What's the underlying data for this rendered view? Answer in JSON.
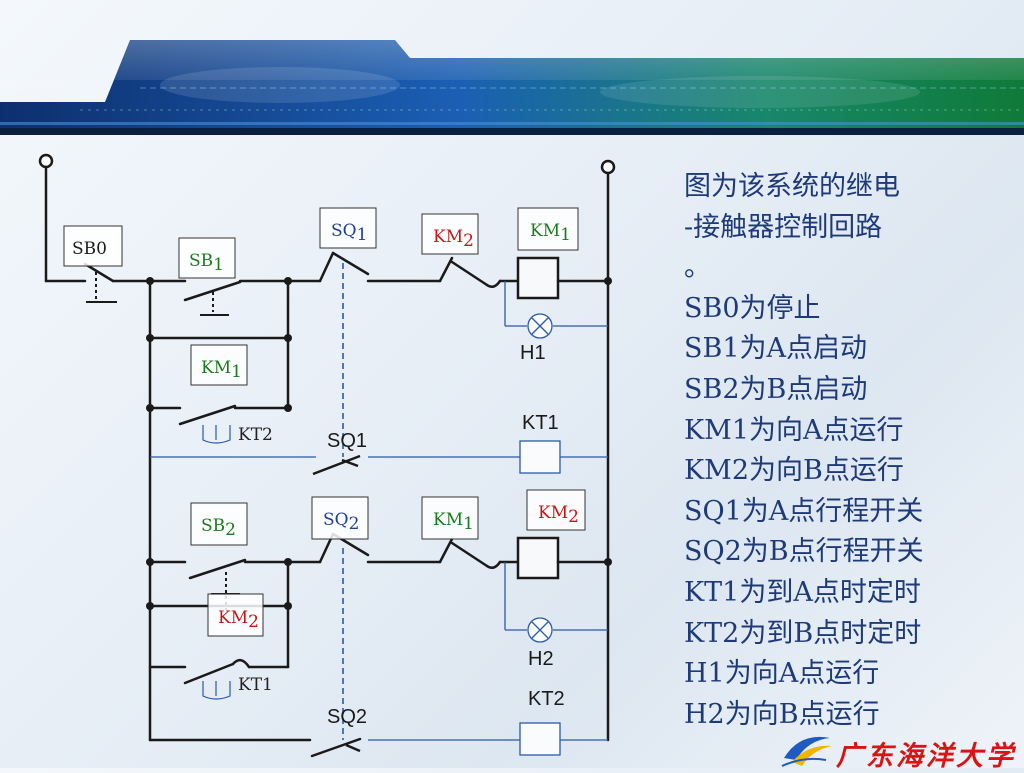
{
  "diagram": {
    "sb0": "SB0",
    "sb1": {
      "base": "SB",
      "sub": "1"
    },
    "sq1": {
      "base": "SQ",
      "sub": "1"
    },
    "km2_top": {
      "base": "KM",
      "sub": "2"
    },
    "km1_coil": {
      "base": "KM",
      "sub": "1"
    },
    "km1_hold": {
      "base": "KM",
      "sub": "1"
    },
    "kt2_contact": "KT2",
    "sq1_lower": "SQ1",
    "kt1_coil": "KT1",
    "h1": "H1",
    "sb2": {
      "base": "SB",
      "sub": "2"
    },
    "sq2": {
      "base": "SQ",
      "sub": "2"
    },
    "km1_inter": {
      "base": "KM",
      "sub": "1"
    },
    "km2_coil": {
      "base": "KM",
      "sub": "2"
    },
    "km2_hold": {
      "base": "KM",
      "sub": "2"
    },
    "kt1_contact": "KT1",
    "sq2_lower": "SQ2",
    "kt2_coil": "KT2",
    "h2": "H2"
  },
  "description": [
    "图为该系统的继电",
    "-接触器控制回路",
    "。",
    "SB0为停止",
    "SB1为A点启动",
    "SB2为B点启动",
    "KM1为向A点运行",
    "KM2为向B点运行",
    "SQ1为A点行程开关",
    "SQ2为B点行程开关",
    "KT1为到A点时定时",
    "KT2为到B点时定时",
    "H1为向A点运行",
    "H2为向B点运行"
  ],
  "logo": {
    "text": "广东海洋大学"
  },
  "colors": {
    "wire": "#1a1a1a",
    "blue_wire": "#2a5aa8",
    "green_label": "#1c7a1c",
    "red_label": "#c21818",
    "blue_label": "#1f3f96",
    "text_blue": "#1e3a78"
  }
}
